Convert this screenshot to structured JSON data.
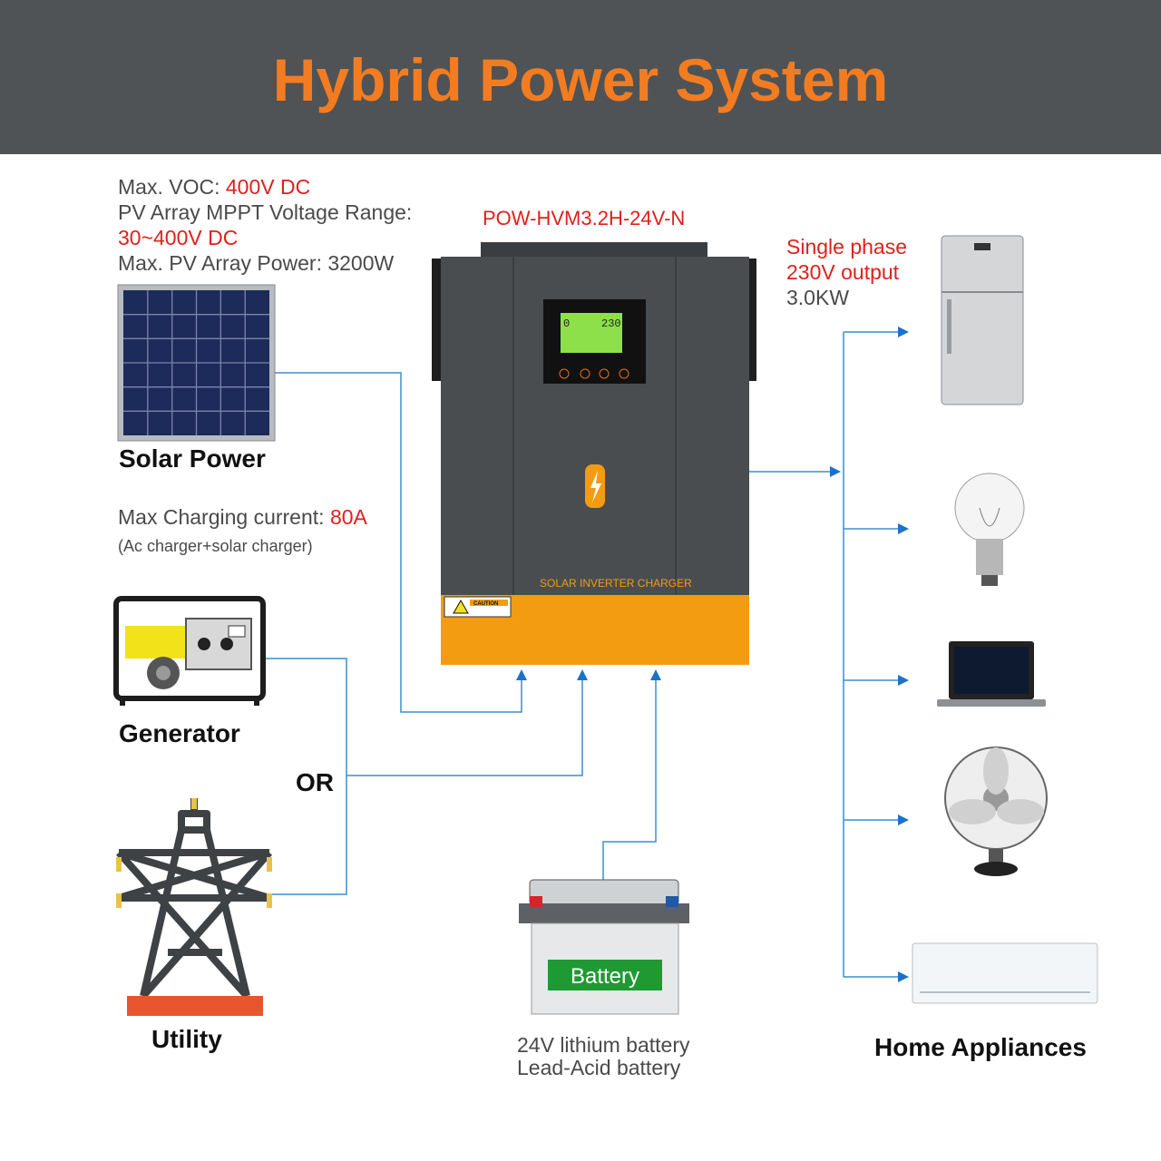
{
  "title": "Hybrid Power System",
  "model": "POW-HVM3.2H-24V-N",
  "solar": {
    "voc_label": "Max. VOC: ",
    "voc_value": "400V DC",
    "mppt_label": "PV Array MPPT Voltage Range:",
    "mppt_value": "30~400V DC",
    "power_text": "Max. PV Array Power: 3200W",
    "name": "Solar Power"
  },
  "charging": {
    "label": "Max Charging current: ",
    "value": "80A",
    "note": "(Ac charger+solar charger)"
  },
  "generator": {
    "name": "Generator"
  },
  "or_label": "OR",
  "utility": {
    "name": "Utility"
  },
  "output": {
    "line1": "Single phase",
    "line2": "230V output",
    "line3": "3.0KW"
  },
  "inverter": {
    "lcd_left": "0",
    "lcd_right": "230",
    "front_label": "SOLAR INVERTER CHARGER",
    "caution": "CAUTION"
  },
  "battery": {
    "label": "Battery",
    "type1": "24V lithium battery",
    "type2": "Lead-Acid battery"
  },
  "appliances": {
    "name": "Home Appliances",
    "items": [
      "fridge-icon",
      "light-bulb-icon",
      "laptop-icon",
      "fan-icon",
      "air-conditioner-icon"
    ]
  },
  "colors": {
    "header_bg": "#4f5356",
    "title": "#f47c20",
    "accent_red": "#e0201c",
    "wire": "#3a8fd0",
    "inverter_body": "#4a4d50",
    "inverter_bottom": "#f39c12"
  }
}
